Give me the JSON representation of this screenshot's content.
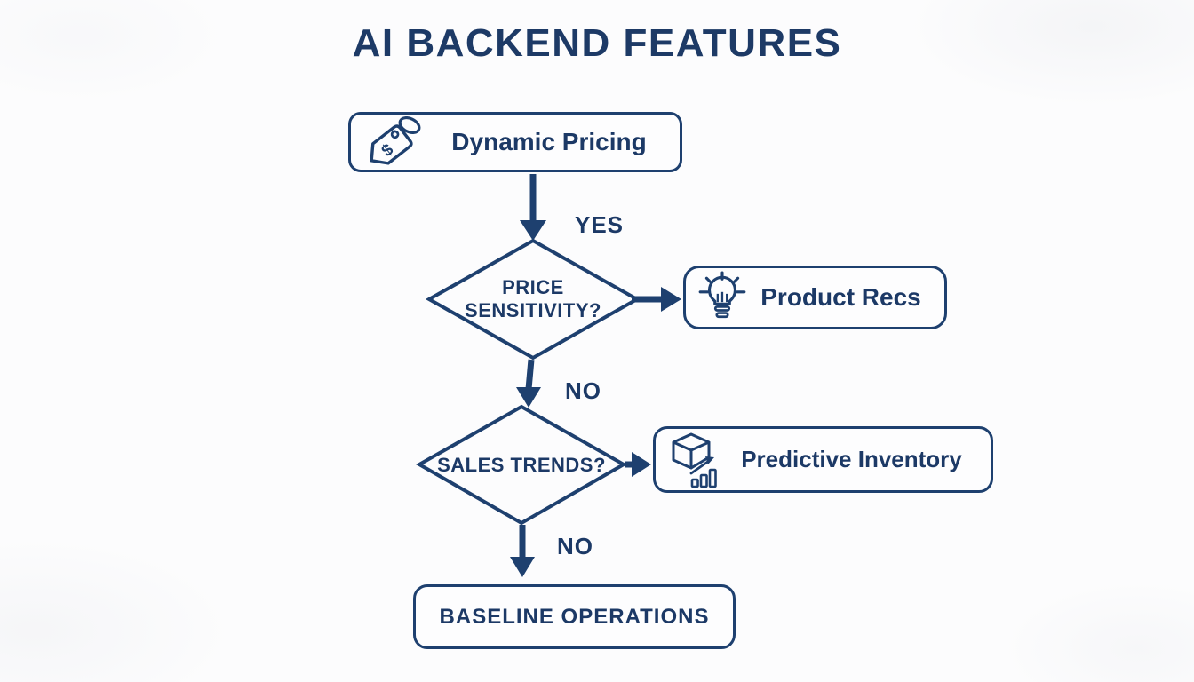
{
  "title": "AI BACKEND FEATURES",
  "colors": {
    "ink": "#1c3966",
    "stroke": "#1e406f",
    "background": "#fcfcfd"
  },
  "flowchart": {
    "nodes": {
      "dynamic_pricing": {
        "type": "process",
        "label": "Dynamic Pricing",
        "icon": "price-tag-icon"
      },
      "price_sensitivity": {
        "type": "decision",
        "label_lines": [
          "PRICE",
          "SENSITIVITY?"
        ]
      },
      "product_recs": {
        "type": "process",
        "label": "Product Recs",
        "icon": "lightbulb-icon"
      },
      "sales_trends": {
        "type": "decision",
        "label": "SALES TRENDS?"
      },
      "predictive_inventory": {
        "type": "process",
        "label": "Predictive Inventory",
        "icon": "package-chart-icon"
      },
      "baseline_operations": {
        "type": "process",
        "label": "BASELINE OPERATIONS"
      }
    },
    "edges": [
      {
        "from": "dynamic_pricing",
        "to": "price_sensitivity",
        "label": "YES"
      },
      {
        "from": "price_sensitivity",
        "to": "product_recs",
        "label": ""
      },
      {
        "from": "price_sensitivity",
        "to": "sales_trends",
        "label": "NO"
      },
      {
        "from": "sales_trends",
        "to": "predictive_inventory",
        "label": ""
      },
      {
        "from": "sales_trends",
        "to": "baseline_operations",
        "label": "NO"
      }
    ]
  }
}
